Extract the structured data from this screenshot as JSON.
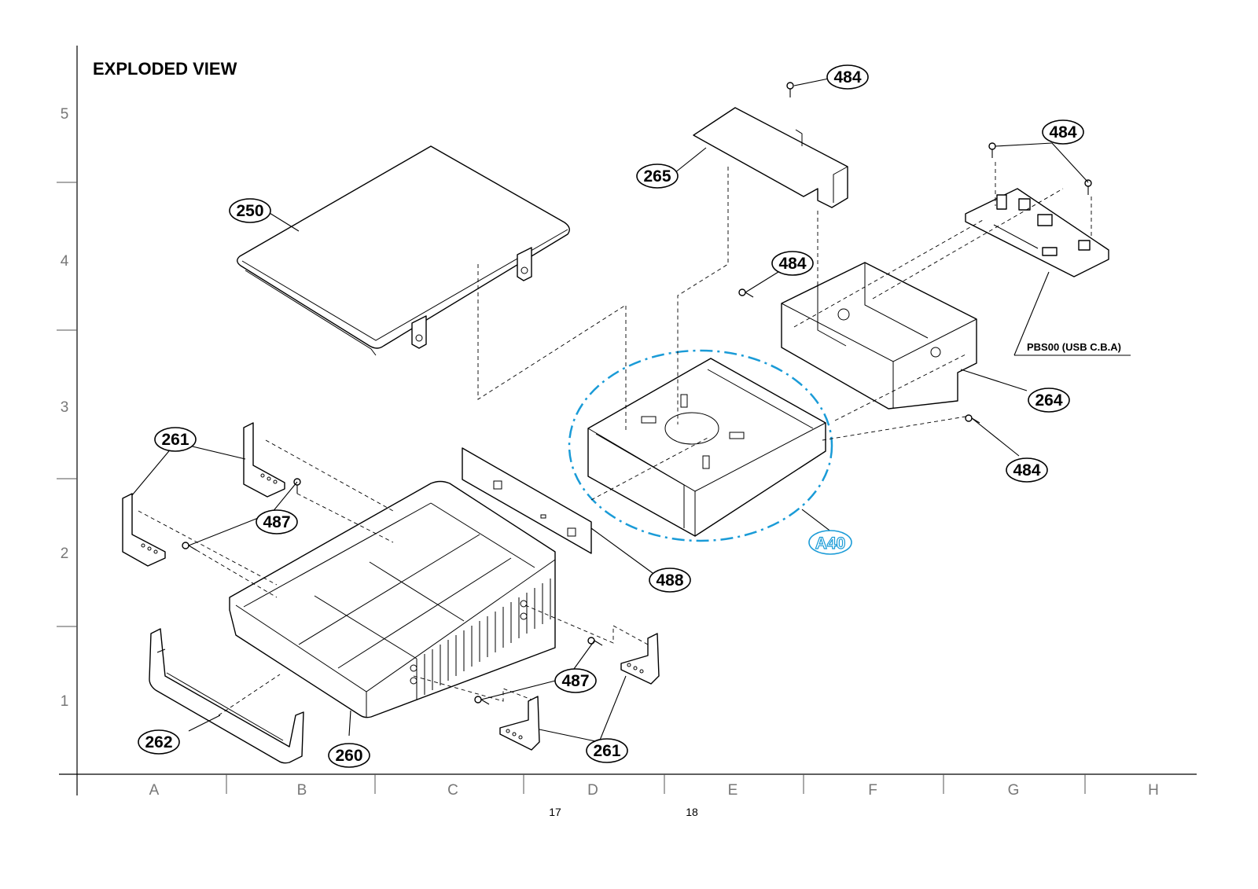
{
  "title": "EXPLODED VIEW",
  "grid": {
    "columns": [
      "A",
      "B",
      "C",
      "D",
      "E",
      "F",
      "G",
      "H"
    ],
    "rows": [
      "5",
      "4",
      "3",
      "2",
      "1"
    ]
  },
  "page_numbers": [
    "17",
    "18"
  ],
  "callouts": {
    "c484_top": "484",
    "c484_pcb": "484",
    "c484_chassis_left": "484",
    "c484_chassis_right": "484",
    "c265": "265",
    "c250": "250",
    "c264": "264",
    "c261_left": "261",
    "c261_right": "261",
    "c487_upper": "487",
    "c487_lower": "487",
    "c488": "488",
    "c262": "262",
    "c260": "260"
  },
  "assembly": {
    "label": "A40",
    "color": "#1a9bd7"
  },
  "board_label": "PBS00 (USB C.B.A)"
}
